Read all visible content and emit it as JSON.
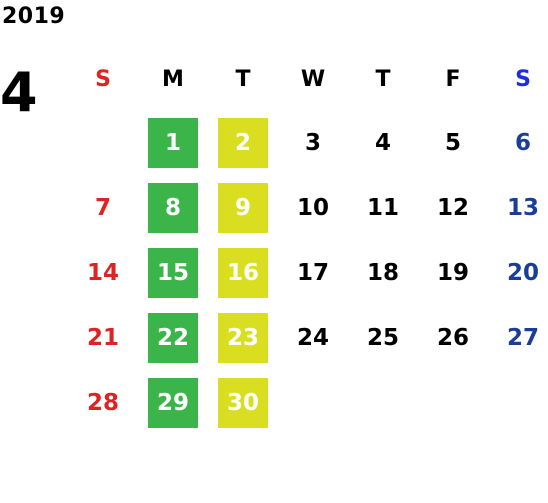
{
  "calendar": {
    "year": "2019",
    "month": "4",
    "weekdays": [
      {
        "label": "S",
        "type": "sun"
      },
      {
        "label": "M",
        "type": "weekday"
      },
      {
        "label": "T",
        "type": "weekday"
      },
      {
        "label": "W",
        "type": "weekday"
      },
      {
        "label": "T",
        "type": "weekday"
      },
      {
        "label": "F",
        "type": "weekday"
      },
      {
        "label": "S",
        "type": "sat"
      }
    ],
    "weeks": [
      [
        "",
        "1",
        "2",
        "3",
        "4",
        "5",
        "6"
      ],
      [
        "7",
        "8",
        "9",
        "10",
        "11",
        "12",
        "13"
      ],
      [
        "14",
        "15",
        "16",
        "17",
        "18",
        "19",
        "20"
      ],
      [
        "21",
        "22",
        "23",
        "24",
        "25",
        "26",
        "27"
      ],
      [
        "28",
        "29",
        "30",
        "",
        "",
        "",
        ""
      ]
    ],
    "highlights": {
      "green_column": 1,
      "yellow_column": 2
    }
  },
  "colors": {
    "sunday": "#e02222",
    "saturday": "#1a3d9a",
    "saturday_header": "#1f2de0",
    "highlight_green": "#3bb54a",
    "highlight_yellow": "#d9df20"
  }
}
